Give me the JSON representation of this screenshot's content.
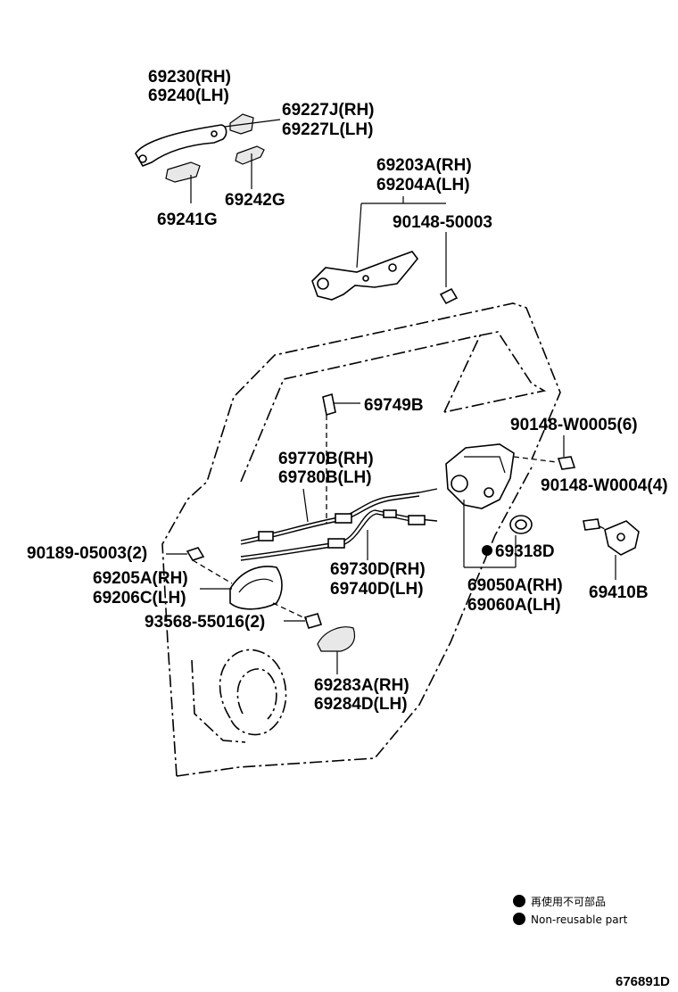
{
  "parts": {
    "outer_handle": [
      "69230(RH)",
      "69240(LH)"
    ],
    "handle_cover": [
      "69227J(RH)",
      "69227L(LH)"
    ],
    "pad_69241g": "69241G",
    "pad_69242g": "69242G",
    "frame": [
      "69203A(RH)",
      "69204A(LH)"
    ],
    "screw_90148_50003": "90148-50003",
    "clip_69749b": "69749B",
    "cable_69770b": [
      "69770B(RH)",
      "69780B(LH)"
    ],
    "screw_90148_w0005": "90148-W0005(6)",
    "screw_90148_w0004": "90148-W0004(4)",
    "screw_90189": "90189-05003(2)",
    "inner_handle": [
      "69205A(RH)",
      "69206C(LH)"
    ],
    "screw_93568": "93568-55016(2)",
    "cable_69730d": [
      "69730D(RH)",
      "69740D(LH)"
    ],
    "seal_69318d": "69318D",
    "lock_assembly": [
      "69050A(RH)",
      "69060A(LH)"
    ],
    "striker_69410b": "69410B",
    "bezel_69283a": [
      "69283A(RH)",
      "69284D(LH)"
    ]
  },
  "legend": {
    "line_jp": "再使用不可部品",
    "line_en": "Non-reusable part"
  },
  "illustration_code": "676891D"
}
